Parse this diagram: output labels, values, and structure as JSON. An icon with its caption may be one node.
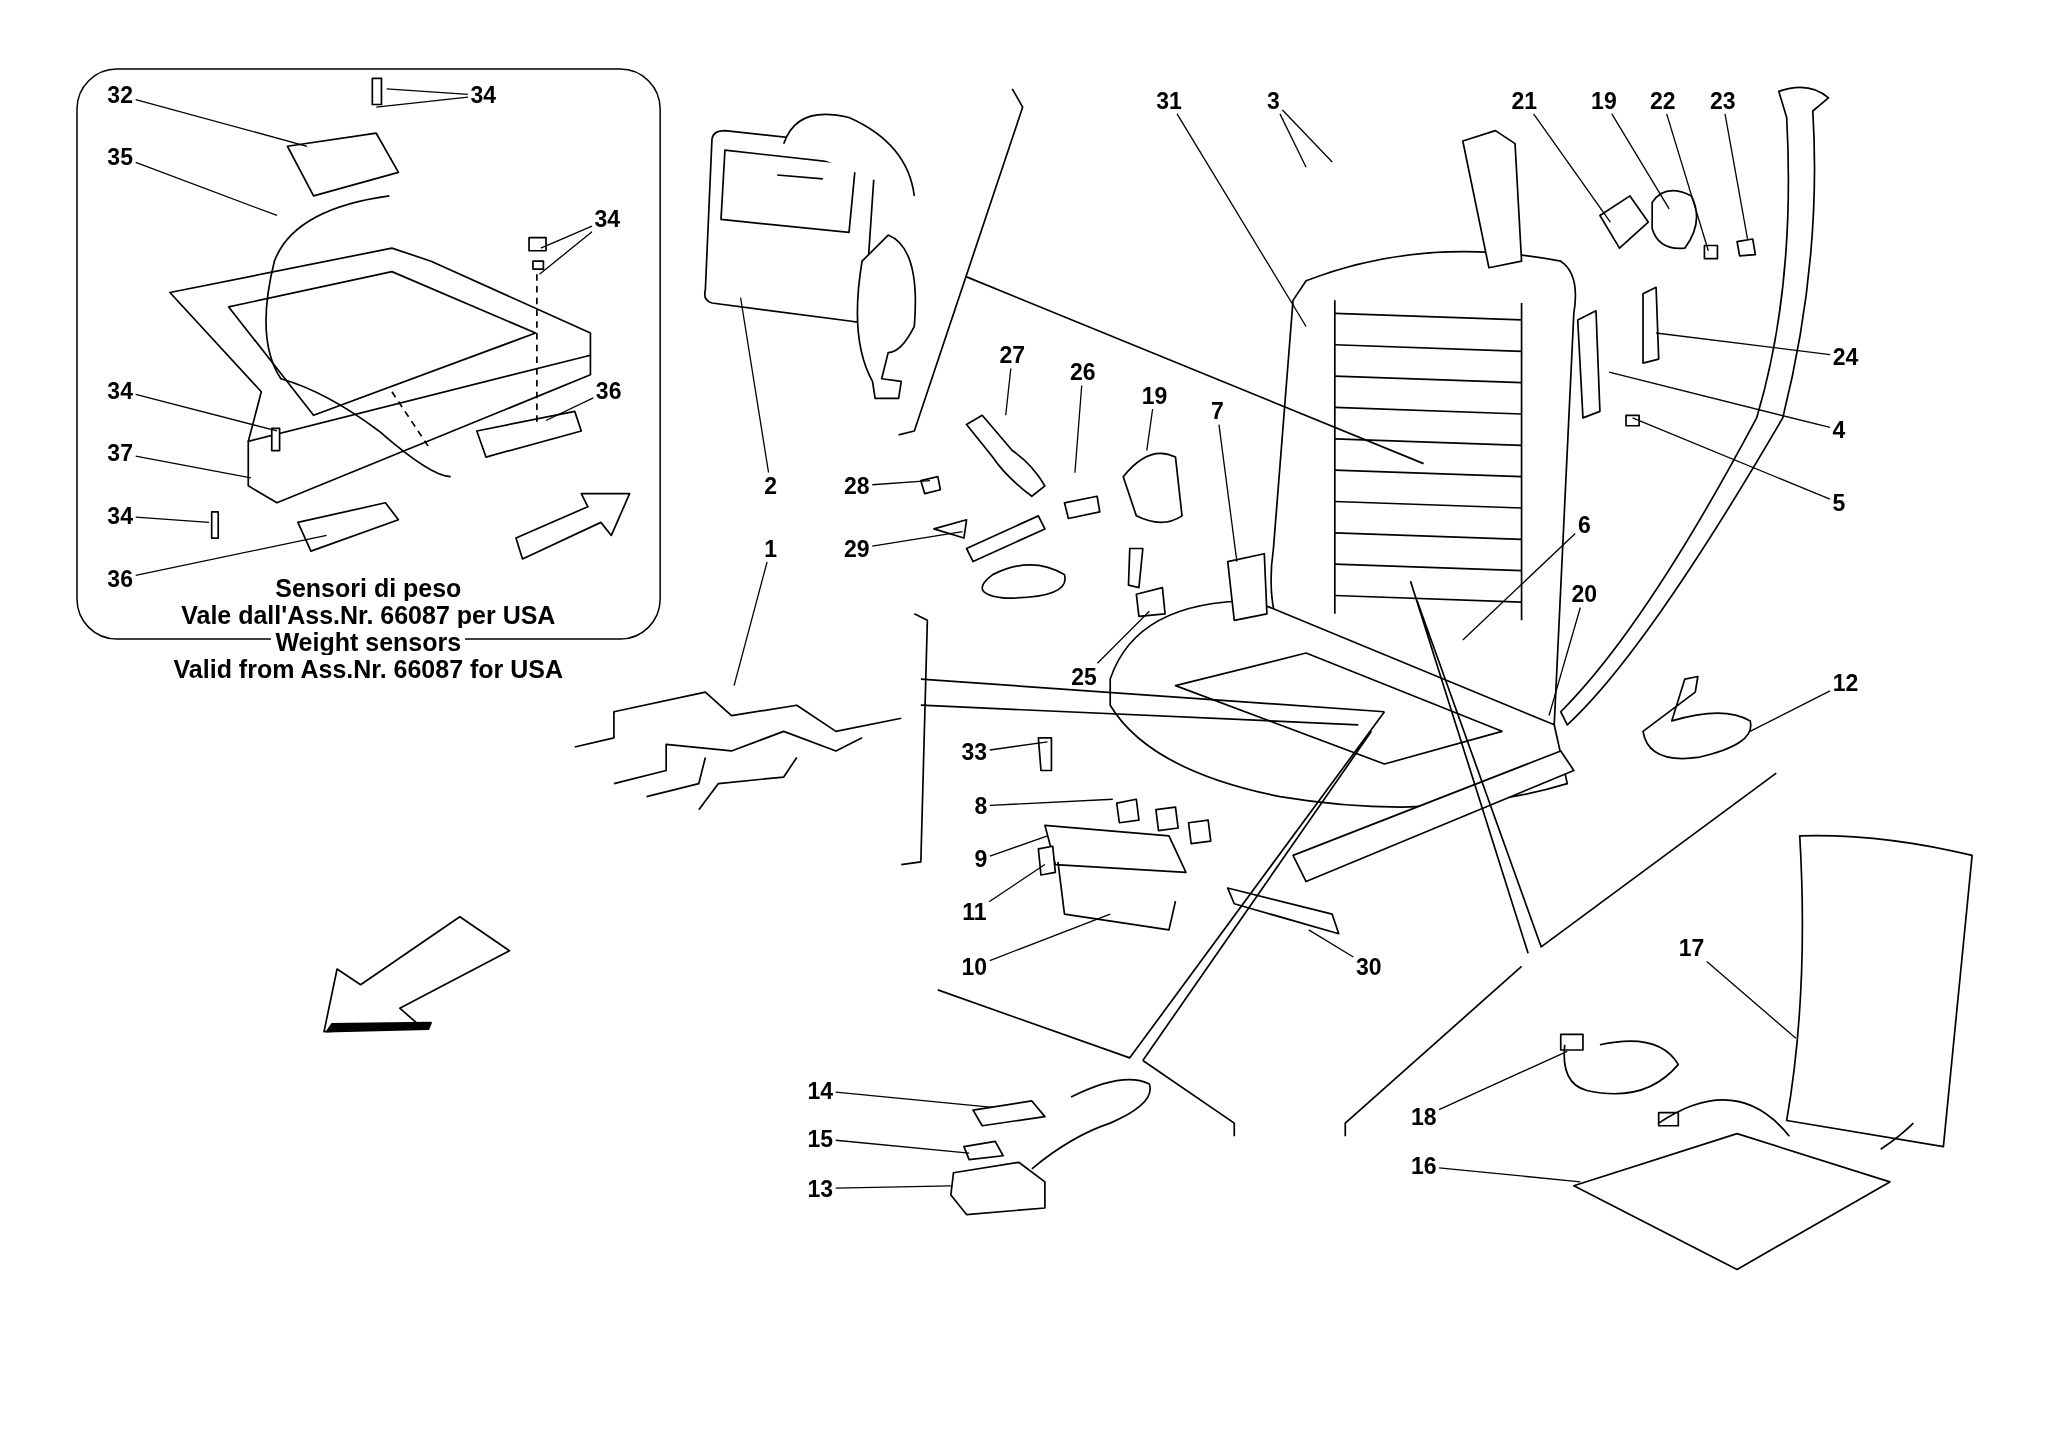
{
  "diagram": {
    "nodes": [
      {
        "text": [
          "Sensori di peso",
          "Vale dall'Ass.Nr. 66087 per USA",
          "Weight sensors",
          "Valid from Ass.Nr. 66087 for USA"
        ]
      },
      {
        "text": [
          "32"
        ],
        "in": 0
      },
      {
        "text": [
          "34"
        ],
        "in": 0
      },
      {
        "text": [
          "35"
        ],
        "in": 0
      },
      {
        "text": [
          "34"
        ],
        "in": 0
      },
      {
        "text": [
          "34"
        ],
        "in": 0
      },
      {
        "text": [
          "36"
        ],
        "in": 0
      },
      {
        "text": [
          "37"
        ],
        "in": 0
      },
      {
        "text": [
          "34"
        ],
        "in": 0
      },
      {
        "text": [
          "36"
        ],
        "in": 0
      },
      {
        "text": [
          "31"
        ]
      },
      {
        "text": [
          "3"
        ]
      },
      {
        "text": [
          "21"
        ]
      },
      {
        "text": [
          "19"
        ]
      },
      {
        "text": [
          "22"
        ]
      },
      {
        "text": [
          "23"
        ]
      },
      {
        "text": [
          "27"
        ]
      },
      {
        "text": [
          "24"
        ]
      },
      {
        "text": [
          "26"
        ]
      },
      {
        "text": [
          "19"
        ]
      },
      {
        "text": [
          "7"
        ]
      },
      {
        "text": [
          "4"
        ]
      },
      {
        "text": [
          "2"
        ]
      },
      {
        "text": [
          "28"
        ]
      },
      {
        "text": [
          "5"
        ]
      },
      {
        "text": [
          "6"
        ]
      },
      {
        "text": [
          "1"
        ]
      },
      {
        "text": [
          "29"
        ]
      },
      {
        "text": [
          "20"
        ]
      },
      {
        "text": [
          "25"
        ]
      },
      {
        "text": [
          "12"
        ]
      },
      {
        "text": [
          "33"
        ]
      },
      {
        "text": [
          "8"
        ]
      },
      {
        "text": [
          "9"
        ]
      },
      {
        "text": [
          "11"
        ]
      },
      {
        "text": [
          "17"
        ]
      },
      {
        "text": [
          "10"
        ]
      },
      {
        "text": [
          "30"
        ]
      },
      {
        "text": [
          "14"
        ]
      },
      {
        "text": [
          "18"
        ]
      },
      {
        "text": [
          "15"
        ]
      },
      {
        "text": [
          "16"
        ]
      },
      {
        "text": [
          "13"
        ]
      }
    ],
    "edges": [
      {
        "from": 1,
        "to": null,
        "arrow": "none"
      },
      {
        "from": 2,
        "to": null,
        "arrow": "none"
      },
      {
        "from": 2,
        "to": null,
        "arrow": "none"
      },
      {
        "from": 3,
        "to": null,
        "arrow": "none"
      },
      {
        "from": 4,
        "to": null,
        "arrow": "none"
      },
      {
        "from": 4,
        "to": null,
        "arrow": "none"
      },
      {
        "from": 5,
        "to": null,
        "arrow": "none"
      },
      {
        "from": 6,
        "to": null,
        "arrow": "none"
      },
      {
        "from": 7,
        "to": null,
        "arrow": "none"
      },
      {
        "from": 8,
        "to": null,
        "arrow": "none"
      },
      {
        "from": 9,
        "to": null,
        "arrow": "none"
      },
      {
        "from": 10,
        "to": null,
        "arrow": "none"
      },
      {
        "from": 11,
        "to": null,
        "arrow": "none"
      },
      {
        "from": 11,
        "to": null,
        "arrow": "none"
      },
      {
        "from": 12,
        "to": null,
        "arrow": "none"
      },
      {
        "from": 13,
        "to": null,
        "arrow": "none"
      },
      {
        "from": 14,
        "to": null,
        "arrow": "none"
      },
      {
        "from": 15,
        "to": null,
        "arrow": "none"
      },
      {
        "from": 16,
        "to": null,
        "arrow": "none"
      },
      {
        "from": 17,
        "to": null,
        "arrow": "none"
      },
      {
        "from": 18,
        "to": null,
        "arrow": "none"
      },
      {
        "from": 19,
        "to": null,
        "arrow": "none"
      },
      {
        "from": 20,
        "to": null,
        "arrow": "none"
      },
      {
        "from": 21,
        "to": null,
        "arrow": "none"
      },
      {
        "from": 22,
        "to": null,
        "arrow": "none"
      },
      {
        "from": 23,
        "to": null,
        "arrow": "none"
      },
      {
        "from": 24,
        "to": null,
        "arrow": "none"
      },
      {
        "from": 25,
        "to": null,
        "arrow": "none"
      },
      {
        "from": 26,
        "to": null,
        "arrow": "none"
      },
      {
        "from": 27,
        "to": null,
        "arrow": "none"
      },
      {
        "from": 28,
        "to": null,
        "arrow": "none"
      },
      {
        "from": 29,
        "to": null,
        "arrow": "none"
      },
      {
        "from": 30,
        "to": null,
        "arrow": "none"
      },
      {
        "from": 31,
        "to": null,
        "arrow": "none"
      },
      {
        "from": 32,
        "to": null,
        "arrow": "none"
      },
      {
        "from": 33,
        "to": null,
        "arrow": "none"
      },
      {
        "from": 34,
        "to": null,
        "arrow": "none"
      },
      {
        "from": 35,
        "to": null,
        "arrow": "none"
      },
      {
        "from": 36,
        "to": null,
        "arrow": "none"
      },
      {
        "from": 37,
        "to": null,
        "arrow": "none"
      },
      {
        "from": 38,
        "to": null,
        "arrow": "none"
      },
      {
        "from": 39,
        "to": null,
        "arrow": "none"
      },
      {
        "from": 40,
        "to": null,
        "arrow": "none"
      },
      {
        "from": 41,
        "to": null,
        "arrow": "none"
      },
      {
        "from": 42,
        "to": null,
        "arrow": "none"
      }
    ]
  }
}
